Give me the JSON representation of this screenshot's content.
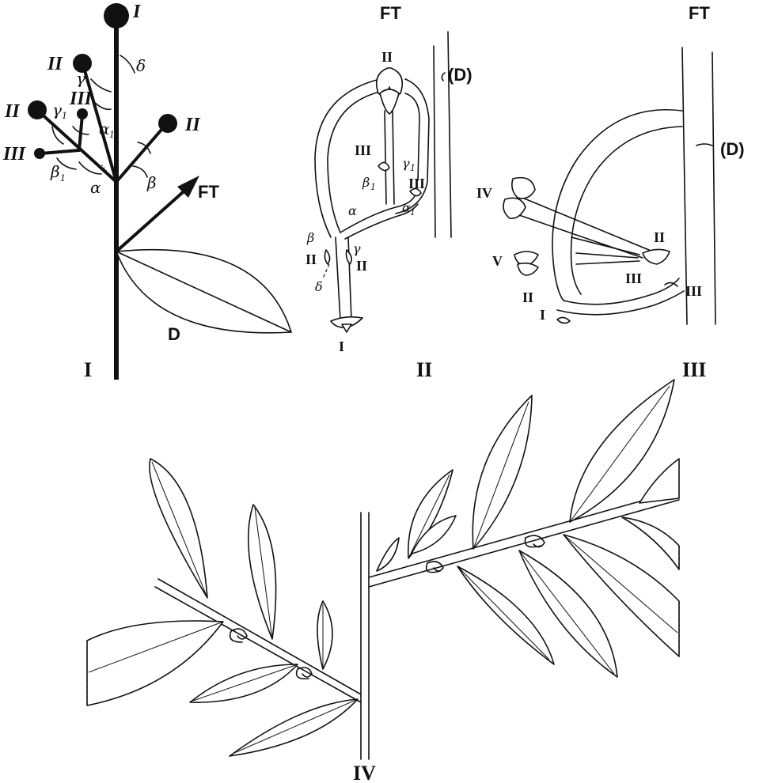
{
  "panel_labels": {
    "p1": "I",
    "p2": "II",
    "p3": "III",
    "p4": "IV"
  },
  "panel1": {
    "axis_labels": {
      "top": "I",
      "upper_left": "II",
      "left": "II",
      "right": "II",
      "mid": "III",
      "lower_left": "III"
    },
    "greek": {
      "delta": "δ",
      "gamma": "γ",
      "gamma1": "γ",
      "gamma1_sub": "1",
      "alpha1": "α",
      "alpha1_sub": "1",
      "beta1": "β",
      "beta1_sub": "1",
      "alpha": "α",
      "beta": "β"
    },
    "ft": "FT",
    "leaf": "D"
  },
  "panel2": {
    "ft": "FT",
    "d": "(D)",
    "labels": {
      "top": "II",
      "iii_left": "III",
      "iii_right": "III",
      "ii_left": "II",
      "ii_right": "II",
      "bottom": "I"
    },
    "greek": {
      "gamma1": "γ",
      "gamma1_sub": "1",
      "beta1": "β",
      "beta1_sub": "1",
      "alpha": "α",
      "alpha1": "α",
      "alpha1_sub": "1",
      "beta": "β",
      "gamma": "γ",
      "delta": "δ"
    }
  },
  "panel3": {
    "ft": "FT",
    "d": "(D)",
    "labels": {
      "iv": "IV",
      "v": "V",
      "ii_right": "II",
      "iii_mid": "III",
      "iii_right": "III",
      "ii_left": "II",
      "i": "I"
    }
  }
}
